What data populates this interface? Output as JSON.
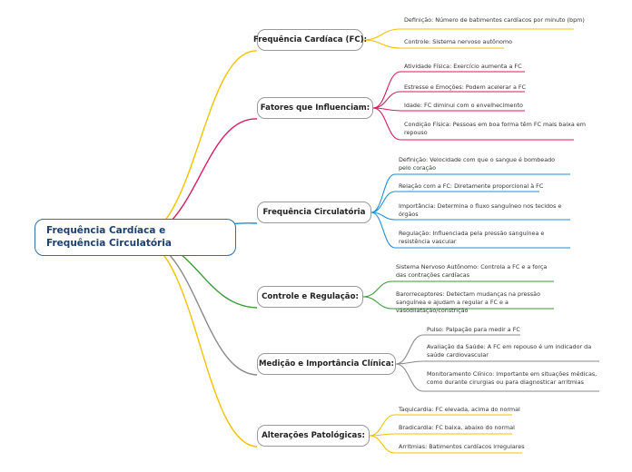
{
  "root": {
    "title": "Frequência Cardíaca e Frequência Circulatória"
  },
  "branches": [
    {
      "label": "Frequência Cardíaca (FC):",
      "color": "#f2c200",
      "items": [
        "Definição: Número de batimentos cardíacos por minuto (bpm)",
        "Controle: Sistema nervoso autônomo"
      ]
    },
    {
      "label": "Fatores que Influenciam:",
      "color": "#d81b5a",
      "items": [
        "Atividade Física: Exercício aumenta a FC",
        "Estresse e Emoções: Podem acelerar a FC",
        "Idade: FC diminui com o envelhecimento",
        "Condição Física: Pessoas em boa forma têm FC mais baixa em repouso"
      ]
    },
    {
      "label": "Frequência Circulatória",
      "color": "#1e8fd5",
      "items": [
        "Definição: Velocidade com que o sangue é bombeado pelo coração",
        "Relação com a FC: Diretamente proporcional à FC",
        "Importância: Determina o fluxo sanguíneo nos tecidos e órgãos",
        "Regulação: Influenciada pela pressão sanguínea e resistência vascular"
      ]
    },
    {
      "label": "Controle e Regulação:",
      "color": "#3a9a3a",
      "items": [
        "Sistema Nervoso Autônomo: Controla a FC e a força das contrações cardíacas",
        "Barorreceptores: Detectam mudanças na pressão sanguínea e ajudam a regular a FC e a vasodilatação/constrição"
      ]
    },
    {
      "label": "Medição e Importância Clínica:",
      "color": "#8a8a8a",
      "items": [
        "Pulso: Palpação para medir a FC",
        "Avaliação da Saúde: A FC em repouso é um indicador da saúde cardiovascular",
        "Monitoramento Clínico: Importante em situações médicas, como durante cirurgias ou para diagnosticar arritmias"
      ]
    },
    {
      "label": "Alterações Patológicas:",
      "color": "#f2c200",
      "items": [
        "Taquicardia: FC elevada, acima do normal",
        "Bradicardia: FC baixa, abaixo do normal",
        "Arritmias: Batimentos cardíacos irregulares"
      ]
    }
  ]
}
